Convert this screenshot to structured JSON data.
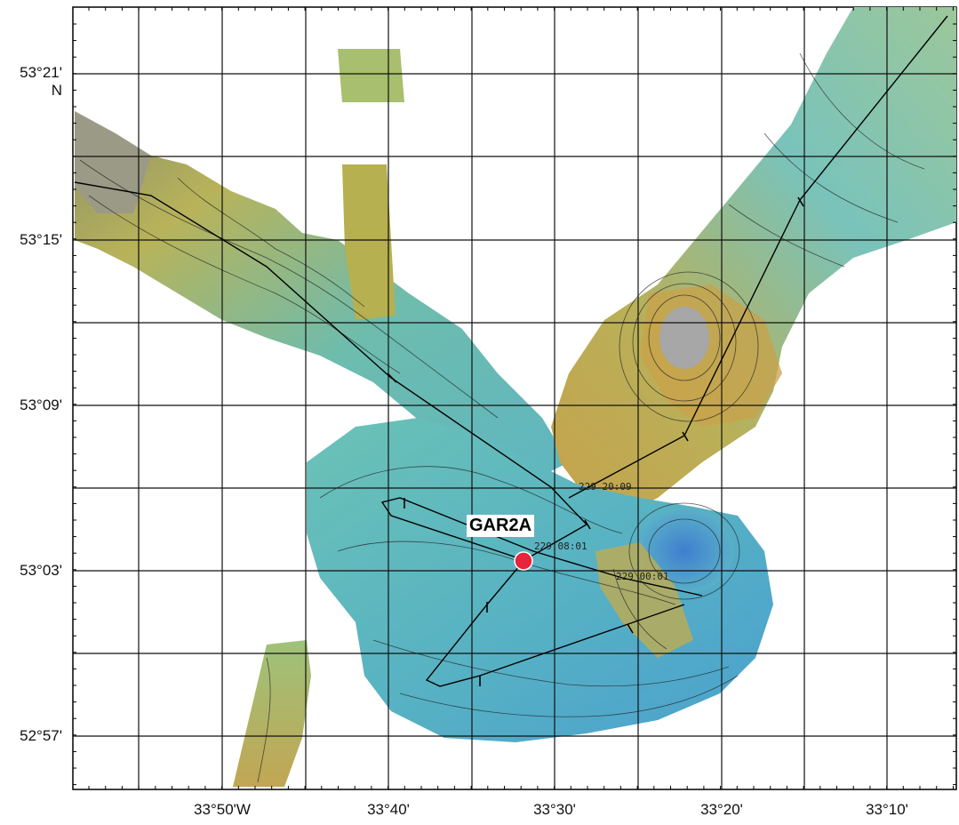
{
  "latitude_labels": [
    {
      "value": "53°21'",
      "suffix": "N"
    },
    {
      "value": "53°15'"
    },
    {
      "value": "53°09'"
    },
    {
      "value": "53°03'"
    },
    {
      "value": "52°57'"
    }
  ],
  "longitude_labels": [
    "33°50'W",
    "33°40'",
    "33°30'",
    "33°20'",
    "33°10'"
  ],
  "site": {
    "name": "GAR2A",
    "marker_color": "#e8233c"
  },
  "track_labels": {
    "t1": "229  20:09",
    "t2": "229  08:01",
    "t3": "229  00:01"
  },
  "colors": {
    "deep": "#4a8fcf",
    "mid": "#5fb8b6",
    "shallow": "#a9b84a",
    "ridge": "#c9a24a",
    "peak": "#a7a7a7"
  }
}
